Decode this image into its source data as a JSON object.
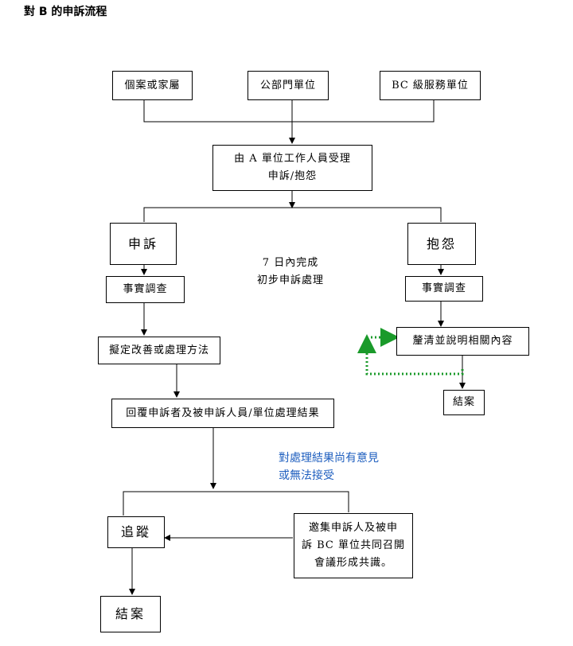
{
  "title": "對 B 的申訴流程",
  "nodes": {
    "source_individual": "個案或家屬",
    "source_public": "公部門單位",
    "source_bc": "BC 級服務單位",
    "intake_line1": "由 A 單位工作人員受理",
    "intake_line2": "申訴/抱怨",
    "complaint": "申訴",
    "grievance": "抱怨",
    "deadline_line1": "7 日內完成",
    "deadline_line2": "初步申訴處理",
    "fact_check_left": "事實調查",
    "fact_check_right": "事實調查",
    "clarify": "釐清並說明相關內容",
    "close_right": "結案",
    "plan": "擬定改善或處理方法",
    "reply": "回覆申訴者及被申訴人員/單位處理結果",
    "objection_line1": "對處理結果尚有意見",
    "objection_line2": "或無法接受",
    "track": "追蹤",
    "meeting_line1": "邀集申訴人及被申",
    "meeting_line2": "訴 BC 單位共同召開",
    "meeting_line3": "會議形成共識。",
    "close_bottom": "結案"
  },
  "colors": {
    "objection_text": "#1f5fbf",
    "loop_arrow": "#1a9a2a"
  }
}
